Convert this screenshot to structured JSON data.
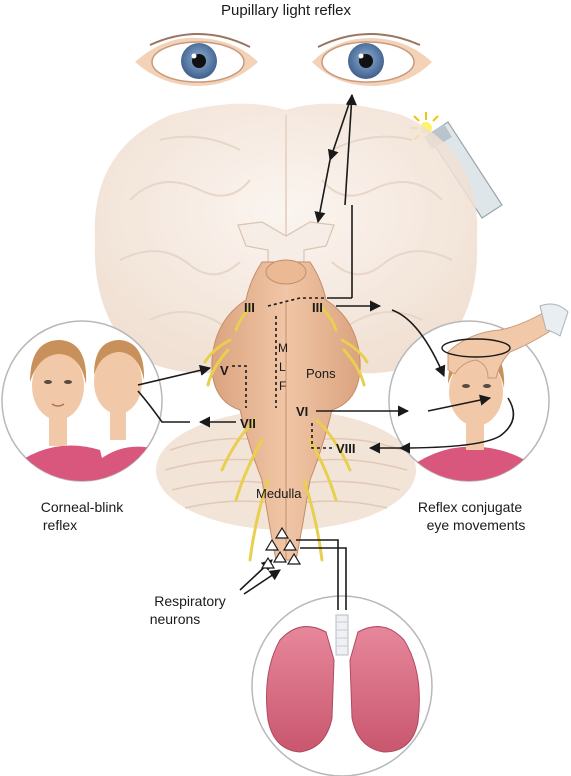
{
  "title": "Pupillary light reflex",
  "labels": {
    "corneal_line1": "Corneal-blink",
    "corneal_line2": "reflex",
    "conjugate_line1": "Reflex conjugate",
    "conjugate_line2": "eye movements",
    "respiratory_line1": "Respiratory",
    "respiratory_line2": "neurons",
    "pons": "Pons",
    "medulla": "Medulla",
    "mlf_m": "M",
    "mlf_l": "L",
    "mlf_f": "F"
  },
  "nerves": {
    "iii_left": "III",
    "iii_right": "III",
    "v": "V",
    "vi": "VI",
    "vii": "VII",
    "viii": "VIII"
  },
  "colors": {
    "brain": "#f3e6dc",
    "brainstem": "#e8b998",
    "nerve_yellow": "#e9cf4f",
    "skin": "#f2c9a8",
    "shirt": "#d9577c",
    "lung": "#d46a80",
    "iris": "#5f7fa8",
    "arrow": "#1a1a1a"
  },
  "icons": [
    "eye-icon",
    "penlight-icon",
    "hand-icon",
    "lungs-icon",
    "face-icon",
    "triangle-neuron-icon"
  ]
}
